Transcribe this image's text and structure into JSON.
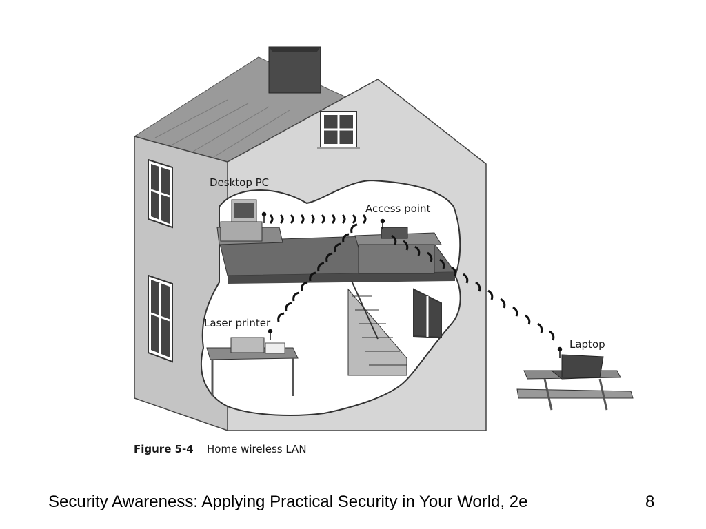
{
  "figure": {
    "labels": {
      "desktop_pc": "Desktop PC",
      "access_point": "Access point",
      "laser_printer": "Laser printer",
      "laptop": "Laptop"
    },
    "caption": {
      "number": "Figure 5-4",
      "text": "Home wireless LAN"
    }
  },
  "footer": {
    "title": "Security Awareness: Applying Practical Security in Your World, 2e",
    "page_number": "8"
  },
  "colors": {
    "wall_light": "#d6d6d6",
    "wall_side": "#c4c4c4",
    "roof": "#9a9a9a",
    "chimney": "#4a4a4a",
    "floor": "#6b6b6b",
    "interior": "#ffffff"
  },
  "icons": [
    "wireless-signal-icon"
  ]
}
